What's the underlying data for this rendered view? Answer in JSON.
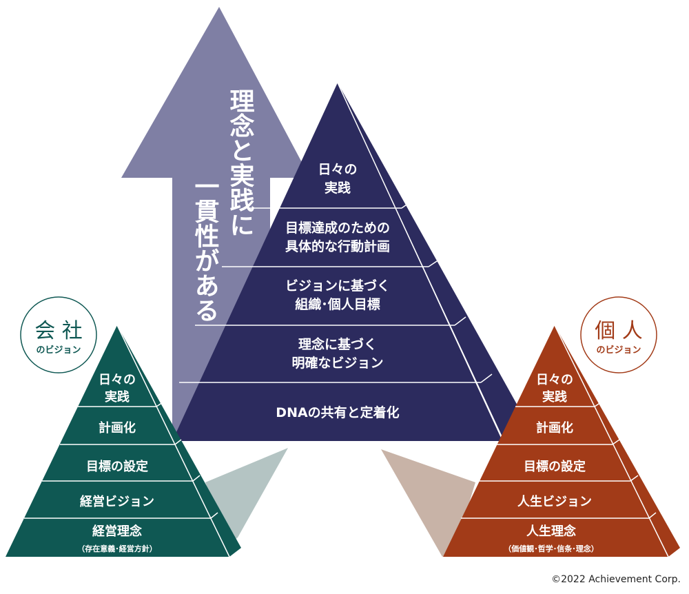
{
  "colors": {
    "arrow": "#7f7fa4",
    "center_pyramid": "#2c2b5e",
    "company_pyramid": "#0f5853",
    "personal_pyramid": "#a23b18",
    "company_connector": "#b4c4c3",
    "personal_connector": "#c8b3a7"
  },
  "arrow": {
    "line1": "理念と実践に",
    "line2": "一貫性がある"
  },
  "center_pyramid": {
    "levels": [
      {
        "line1": "日々の",
        "line2": "実践"
      },
      {
        "line1": "目標達成のための",
        "line2": "具体的な行動計画"
      },
      {
        "line1": "ビジョンに基づく",
        "line2": "組織･個人目標"
      },
      {
        "line1": "理念に基づく",
        "line2": "明確なビジョン"
      },
      {
        "line1": "DNAの共有と定着化"
      }
    ]
  },
  "company": {
    "badge_title": "会 社",
    "badge_sub": "のビジョン",
    "levels": [
      {
        "line1": "日々の",
        "line2": "実践"
      },
      {
        "line1": "計画化"
      },
      {
        "line1": "目標の設定"
      },
      {
        "line1": "経営ビジョン"
      },
      {
        "line1": "経営理念",
        "line2": "（存在意義･経営方針）"
      }
    ]
  },
  "personal": {
    "badge_title": "個 人",
    "badge_sub": "のビジョン",
    "levels": [
      {
        "line1": "日々の",
        "line2": "実践"
      },
      {
        "line1": "計画化"
      },
      {
        "line1": "目標の設定"
      },
      {
        "line1": "人生ビジョン"
      },
      {
        "line1": "人生理念",
        "line2": "（価値観･哲学･信条･理念）"
      }
    ]
  },
  "copyright": "©2022 Achievement Corp."
}
